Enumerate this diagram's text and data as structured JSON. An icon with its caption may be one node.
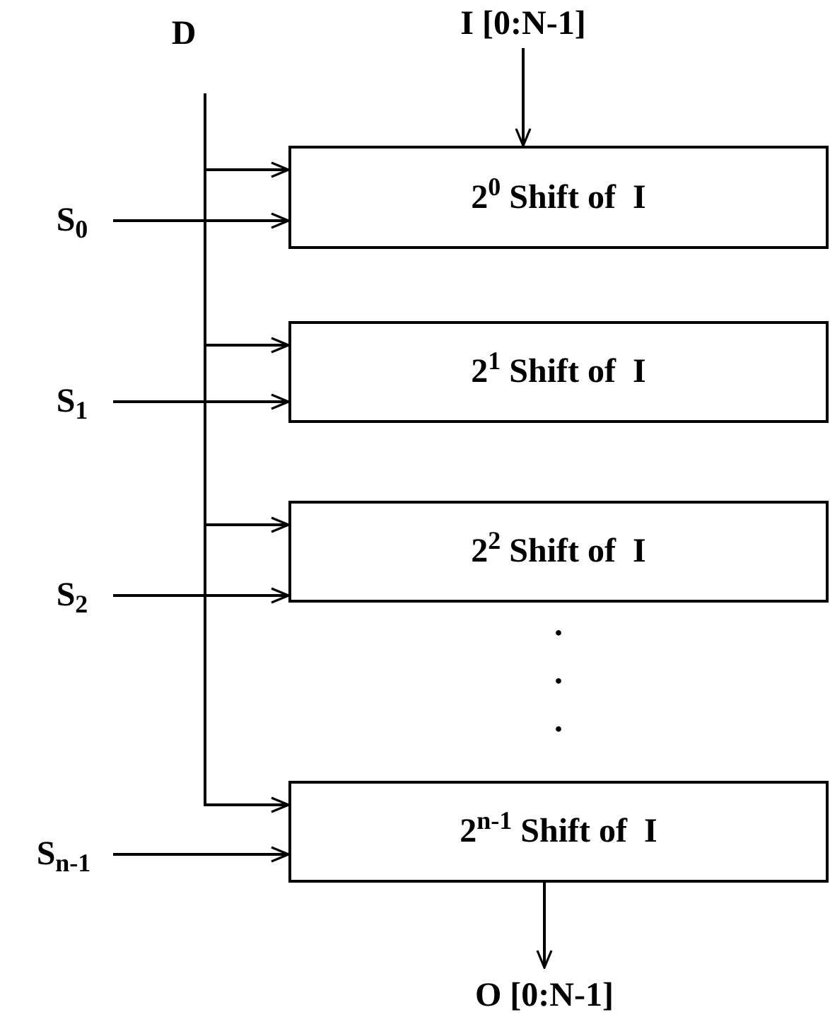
{
  "diagram": {
    "nodes": [
      {
        "text": [
          "I [0:N-1]"
        ]
      },
      {
        "text": [
          "D"
        ]
      },
      {
        "text": [
          "S$_{0}$"
        ]
      },
      {
        "text": [
          "S$_{1}$"
        ]
      },
      {
        "text": [
          "S$_{2}$"
        ]
      },
      {
        "text": [
          "S$_{n-1}$"
        ]
      },
      {
        "text": [
          "2$^{0}$ Shift of  I"
        ]
      },
      {
        "text": [
          "2$^{1}$ Shift of  I"
        ]
      },
      {
        "text": [
          "2$^{2}$ Shift of  I"
        ]
      },
      {
        "text": [
          "2$^{n-1}$ Shift of  I"
        ]
      },
      {
        "text": [
          "O [0:N-1]"
        ]
      }
    ],
    "edges": [
      {
        "from": 0,
        "to": 6,
        "arrow": "to"
      },
      {
        "from": 1,
        "to": 6,
        "arrow": "to"
      },
      {
        "from": 1,
        "to": 7,
        "arrow": "to"
      },
      {
        "from": 1,
        "to": 8,
        "arrow": "to"
      },
      {
        "from": 1,
        "to": 9,
        "arrow": "to"
      },
      {
        "from": 2,
        "to": 6,
        "arrow": "to"
      },
      {
        "from": 3,
        "to": 7,
        "arrow": "to"
      },
      {
        "from": 4,
        "to": 8,
        "arrow": "to"
      },
      {
        "from": 5,
        "to": 9,
        "arrow": "to"
      },
      {
        "from": 9,
        "to": 10,
        "arrow": "to"
      }
    ],
    "labels": [
      ".",
      ".",
      "."
    ]
  }
}
